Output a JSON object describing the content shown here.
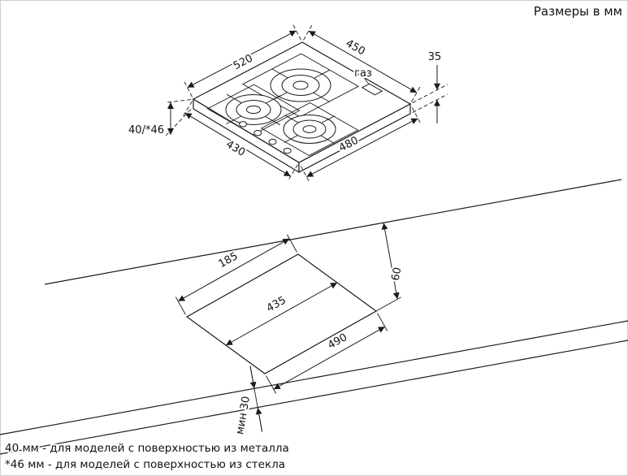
{
  "title": "Размеры в мм",
  "hob": {
    "dim_top_left": "520",
    "dim_top_right": "450",
    "dim_thickness": "35",
    "dim_height": "40/*46",
    "dim_bottom_left": "430",
    "dim_bottom_right": "480",
    "gas_label": "газ"
  },
  "worktop": {
    "dim_cutout_offset": "185",
    "dim_cutout_depth": "435",
    "dim_back_clearance": "60",
    "dim_cutout_width": "490",
    "dim_min_thickness": "мин 30"
  },
  "footnotes": [
    "40 мм - для моделей с поверхностью из металла",
    "*46 мм - для моделей с поверхностью из стекла"
  ]
}
